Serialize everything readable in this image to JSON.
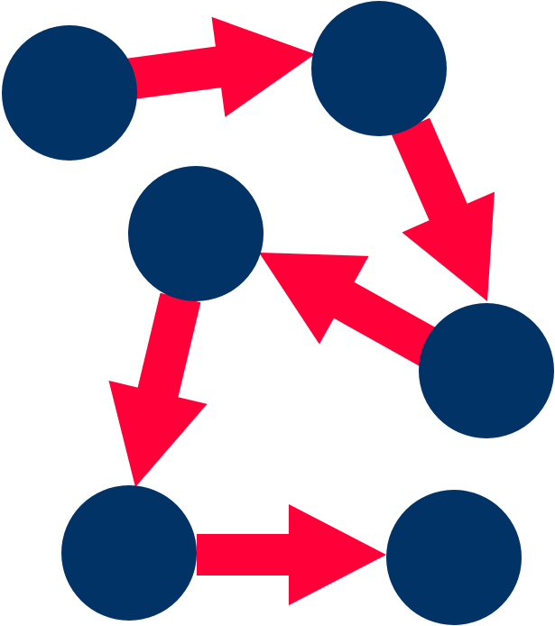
{
  "diagram": {
    "type": "node-flow",
    "colors": {
      "background": "#FFFFFF",
      "node": "#013366",
      "arrow": "#FF0038"
    },
    "nodes": [
      {
        "id": "node-1"
      },
      {
        "id": "node-2"
      },
      {
        "id": "node-3"
      },
      {
        "id": "node-4"
      },
      {
        "id": "node-5"
      },
      {
        "id": "node-6"
      }
    ],
    "edges": [
      {
        "from": "node-1",
        "to": "node-2"
      },
      {
        "from": "node-2",
        "to": "node-3"
      },
      {
        "from": "node-3",
        "to": "node-4"
      },
      {
        "from": "node-4",
        "to": "node-5"
      },
      {
        "from": "node-5",
        "to": "node-6"
      }
    ]
  }
}
